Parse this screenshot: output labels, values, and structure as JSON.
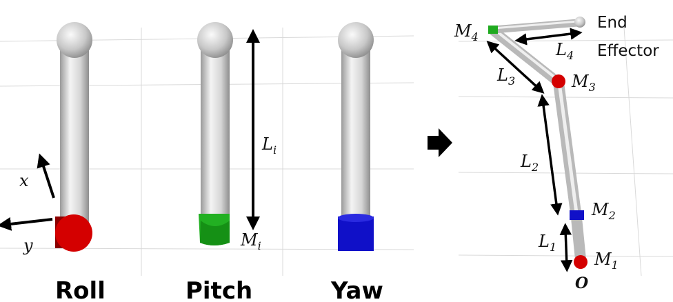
{
  "captions": {
    "roll": "Roll",
    "pitch": "Pitch",
    "yaw": "Yaw"
  },
  "axes": {
    "x": "x",
    "y": "y"
  },
  "link_length": {
    "base": "L",
    "sub": "i"
  },
  "module": {
    "base": "M",
    "sub": "i"
  },
  "assembly": {
    "modules": [
      {
        "base": "M",
        "sub": "1",
        "color": "#d40000"
      },
      {
        "base": "M",
        "sub": "2",
        "color": "#1010c8"
      },
      {
        "base": "M",
        "sub": "3",
        "color": "#d40000"
      },
      {
        "base": "M",
        "sub": "4",
        "color": "#1faa1f"
      }
    ],
    "links": [
      {
        "base": "L",
        "sub": "1"
      },
      {
        "base": "L",
        "sub": "2"
      },
      {
        "base": "L",
        "sub": "3"
      },
      {
        "base": "L",
        "sub": "4"
      }
    ],
    "end_effector": [
      "End",
      "Effector"
    ],
    "origin": "O"
  },
  "colors": {
    "roll": "#d40000",
    "pitch": "#1faa1f",
    "yaw": "#1010c8"
  }
}
